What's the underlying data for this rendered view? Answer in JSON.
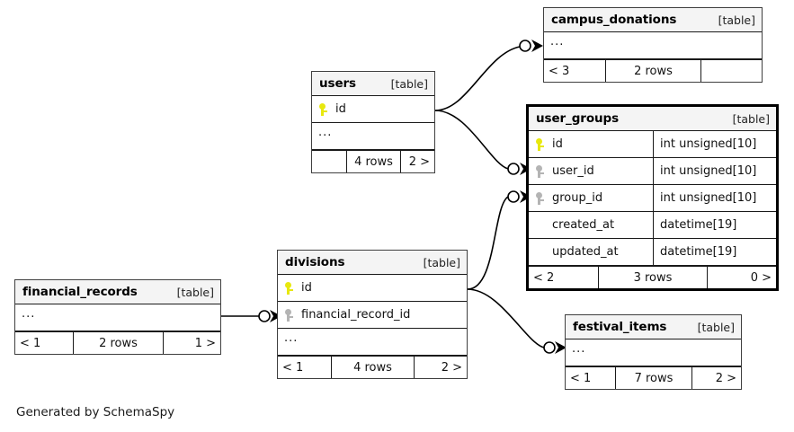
{
  "diagram": {
    "kind_label": "[table]",
    "credit": "Generated by SchemaSpy",
    "colors": {
      "primary_key": "#e8e80f",
      "foreign_key": "#b4b4b4",
      "header_fill": "#f4f4f4",
      "border": "#3f3f3f",
      "focus_border": "#000000",
      "background": "#ffffff"
    }
  },
  "tables": [
    {
      "id": "campus_donations",
      "name": "campus_donations",
      "kind": "[table]",
      "focused": false,
      "columns": [
        {
          "name": "...",
          "type": "",
          "key": "none",
          "ellipsis": true
        }
      ],
      "footer": {
        "left": "< 3",
        "center": "2 rows",
        "right": ""
      }
    },
    {
      "id": "users",
      "name": "users",
      "kind": "[table]",
      "focused": false,
      "columns": [
        {
          "name": "id",
          "type": "",
          "key": "pk",
          "ellipsis": false
        },
        {
          "name": "...",
          "type": "",
          "key": "none",
          "ellipsis": true
        }
      ],
      "footer": {
        "left": "",
        "center": "4 rows",
        "right": "2 >"
      }
    },
    {
      "id": "user_groups",
      "name": "user_groups",
      "kind": "[table]",
      "focused": true,
      "columns": [
        {
          "name": "id",
          "type": "int unsigned[10]",
          "key": "pk",
          "ellipsis": false
        },
        {
          "name": "user_id",
          "type": "int unsigned[10]",
          "key": "fk",
          "ellipsis": false
        },
        {
          "name": "group_id",
          "type": "int unsigned[10]",
          "key": "fk",
          "ellipsis": false
        },
        {
          "name": "created_at",
          "type": "datetime[19]",
          "key": "none",
          "ellipsis": false
        },
        {
          "name": "updated_at",
          "type": "datetime[19]",
          "key": "none",
          "ellipsis": false
        }
      ],
      "footer": {
        "left": "< 2",
        "center": "3 rows",
        "right": "0 >"
      }
    },
    {
      "id": "divisions",
      "name": "divisions",
      "kind": "[table]",
      "focused": false,
      "columns": [
        {
          "name": "id",
          "type": "",
          "key": "pk",
          "ellipsis": false
        },
        {
          "name": "financial_record_id",
          "type": "",
          "key": "fk",
          "ellipsis": false
        },
        {
          "name": "...",
          "type": "",
          "key": "none",
          "ellipsis": true
        }
      ],
      "footer": {
        "left": "< 1",
        "center": "4 rows",
        "right": "2 >"
      }
    },
    {
      "id": "financial_records",
      "name": "financial_records",
      "kind": "[table]",
      "focused": false,
      "columns": [
        {
          "name": "...",
          "type": "",
          "key": "none",
          "ellipsis": true
        }
      ],
      "footer": {
        "left": "< 1",
        "center": "2 rows",
        "right": "1 >"
      }
    },
    {
      "id": "festival_items",
      "name": "festival_items",
      "kind": "[table]",
      "focused": false,
      "columns": [
        {
          "name": "...",
          "type": "",
          "key": "none",
          "ellipsis": true
        }
      ],
      "footer": {
        "left": "< 1",
        "center": "7 rows",
        "right": "2 >"
      }
    }
  ],
  "relationships": [
    {
      "from": "users.id",
      "to": "campus_donations",
      "from_side": "right",
      "to_side": "left"
    },
    {
      "from": "users.id",
      "to": "user_groups.user_id",
      "from_side": "right",
      "to_side": "left"
    },
    {
      "from": "divisions.id",
      "to": "user_groups.group_id",
      "from_side": "right",
      "to_side": "left"
    },
    {
      "from": "divisions.id",
      "to": "festival_items",
      "from_side": "right",
      "to_side": "left"
    },
    {
      "from": "financial_records",
      "to": "divisions.financial_record_id",
      "from_side": "right",
      "to_side": "left"
    }
  ]
}
